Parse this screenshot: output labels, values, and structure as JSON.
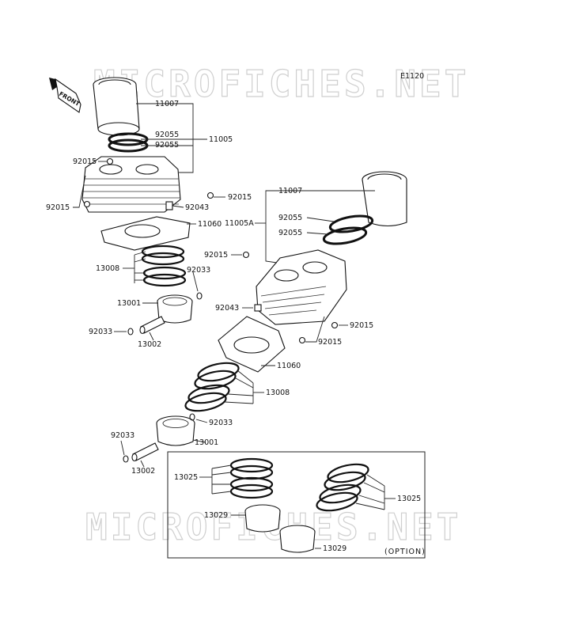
{
  "watermark": "MICROFICHES.NET",
  "diagram_code": "E1120",
  "front_label": "FRONT",
  "option_label": "(OPTION)",
  "labels": {
    "l11007a": "11007",
    "l92055a": "92055",
    "l92055b": "92055",
    "l11005": "11005",
    "l92015a": "92015",
    "l92015b": "92015",
    "l92015c": "92015",
    "l92043a": "92043",
    "l11060a": "11060",
    "l13008a": "13008",
    "l92033a": "92033",
    "l13001a": "13001",
    "l92033b": "92033",
    "l13002a": "13002",
    "l11007b": "11007",
    "l11005a": "11005A",
    "l92055c": "92055",
    "l92055d": "92055",
    "l92015d": "92015",
    "l92043b": "92043",
    "l92015e": "92015",
    "l92015f": "92015",
    "l11060b": "11060",
    "l13008b": "13008",
    "l92033c": "92033",
    "l92033d": "92033",
    "l13001b": "13001",
    "l13002b": "13002",
    "l13025a": "13025",
    "l13025b": "13025",
    "l13029a": "13029",
    "l13029b": "13029"
  }
}
